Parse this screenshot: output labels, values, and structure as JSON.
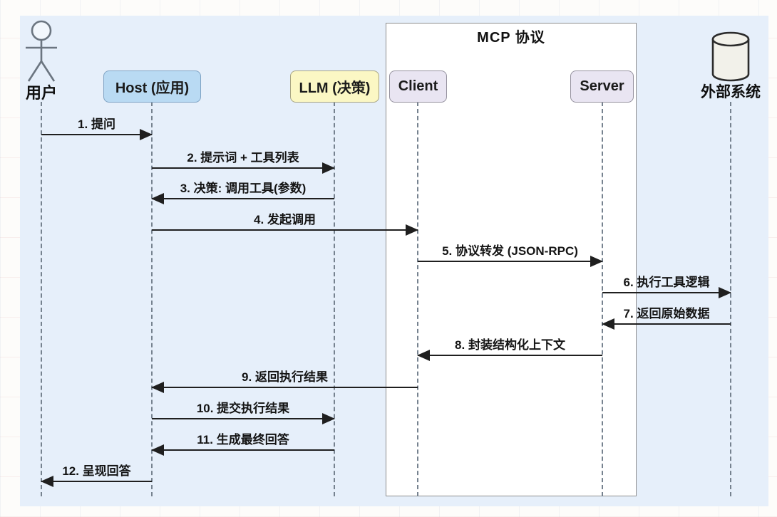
{
  "diagram": {
    "type": "sequence-diagram",
    "frame": {
      "title": "MCP 协议"
    },
    "colors": {
      "panel_background": "#e6effa",
      "host_box_fill": "#b9daf3",
      "llm_box_fill": "#fbf7c4",
      "mcp_box_fill": "#e9e5f2",
      "frame_fill": "#ffffff",
      "arrow": "#1f1f1f",
      "lifeline": "#76828f"
    },
    "participants": [
      {
        "id": "user",
        "label": "用户",
        "type": "actor"
      },
      {
        "id": "host",
        "label": "Host (应用)",
        "type": "box"
      },
      {
        "id": "llm",
        "label": "LLM (决策)",
        "type": "box"
      },
      {
        "id": "client",
        "label": "Client",
        "type": "box",
        "inside_frame": true
      },
      {
        "id": "server",
        "label": "Server",
        "type": "box",
        "inside_frame": true
      },
      {
        "id": "external",
        "label": "外部系统",
        "type": "database"
      }
    ],
    "messages": [
      {
        "seq": "1",
        "label": "1. 提问",
        "from": "user",
        "to": "host"
      },
      {
        "seq": "2",
        "label": "2. 提示词 + 工具列表",
        "from": "host",
        "to": "llm"
      },
      {
        "seq": "3",
        "label": "3. 决策: 调用工具(参数)",
        "from": "llm",
        "to": "host"
      },
      {
        "seq": "4",
        "label": "4. 发起调用",
        "from": "host",
        "to": "client"
      },
      {
        "seq": "5",
        "label": "5. 协议转发 (JSON-RPC)",
        "from": "client",
        "to": "server"
      },
      {
        "seq": "6",
        "label": "6. 执行工具逻辑",
        "from": "server",
        "to": "external"
      },
      {
        "seq": "7",
        "label": "7. 返回原始数据",
        "from": "external",
        "to": "server"
      },
      {
        "seq": "8",
        "label": "8. 封装结构化上下文",
        "from": "server",
        "to": "client"
      },
      {
        "seq": "9",
        "label": "9. 返回执行结果",
        "from": "client",
        "to": "host"
      },
      {
        "seq": "10",
        "label": "10. 提交执行结果",
        "from": "host",
        "to": "llm"
      },
      {
        "seq": "11",
        "label": "11. 生成最终回答",
        "from": "llm",
        "to": "host"
      },
      {
        "seq": "12",
        "label": "12. 呈现回答",
        "from": "host",
        "to": "user"
      }
    ]
  }
}
